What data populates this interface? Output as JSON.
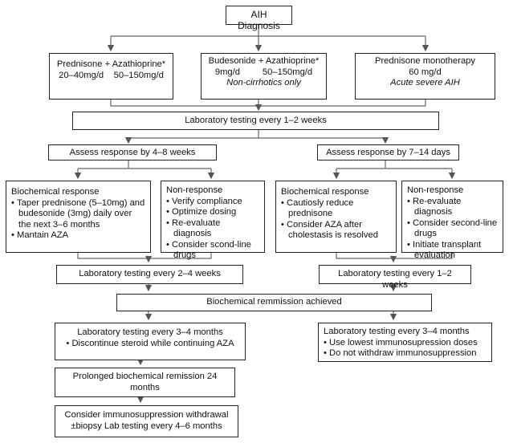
{
  "root": "AIH Diagnosis",
  "regimens": [
    {
      "title": "Prednisone + Azathioprine*",
      "dose_left": "20–40mg/d",
      "dose_right": "50–150mg/d",
      "note": ""
    },
    {
      "title": "Budesonide + Azathioprine*",
      "dose_left": "9mg/d",
      "dose_right": "50–150mg/d",
      "note": "Non-cirrhotics only"
    },
    {
      "title": "Prednisone monotherapy",
      "dose_left": "60 mg/d",
      "dose_right": "",
      "note": "Acute severe AIH"
    }
  ],
  "lab_initial": "Laboratory testing every 1–2 weeks",
  "assess_left": "Assess response by 4–8 weeks",
  "assess_right": "Assess response by 7–14 days",
  "left_biochem": {
    "title": "Biochemical response",
    "items": [
      "Taper prednisone (5–10mg) and budesonide (3mg) daily over the next 3–6 months",
      "Mantain AZA"
    ]
  },
  "left_nonresp": {
    "title": "Non-response",
    "items": [
      "Verify compliance",
      "Optimize dosing",
      "Re-evaluate diagnosis",
      "Consider scond-line drugs"
    ]
  },
  "right_biochem": {
    "title": "Biochemical response",
    "items": [
      "Cautiosly reduce prednisone",
      "Consider AZA after cholestasis is resolved"
    ]
  },
  "right_nonresp": {
    "title": "Non-response",
    "items": [
      "Re-evaluate diagnosis",
      "Consider second-line drugs",
      "Initiate transplant evaluation"
    ]
  },
  "lab_left": "Laboratory testing every 2–4 weeks",
  "lab_right": "Laboratory testing every 1–2 weeks",
  "remission": "Biochemical remmission achieved",
  "left_followup": {
    "title": "Laboratory testing every 3–4 months",
    "items": [
      "Discontinue steroid while continuing AZA"
    ]
  },
  "right_followup": {
    "title": "Laboratory testing every 3–4 months",
    "items": [
      "Use lowest immunosupression doses",
      "Do not withdraw immunosuppression"
    ]
  },
  "prolonged": "Prolonged biochemical remission 24 months",
  "withdrawal": "Consider immunosuppression withdrawal ±biopsy Lab testing every 4–6 months"
}
